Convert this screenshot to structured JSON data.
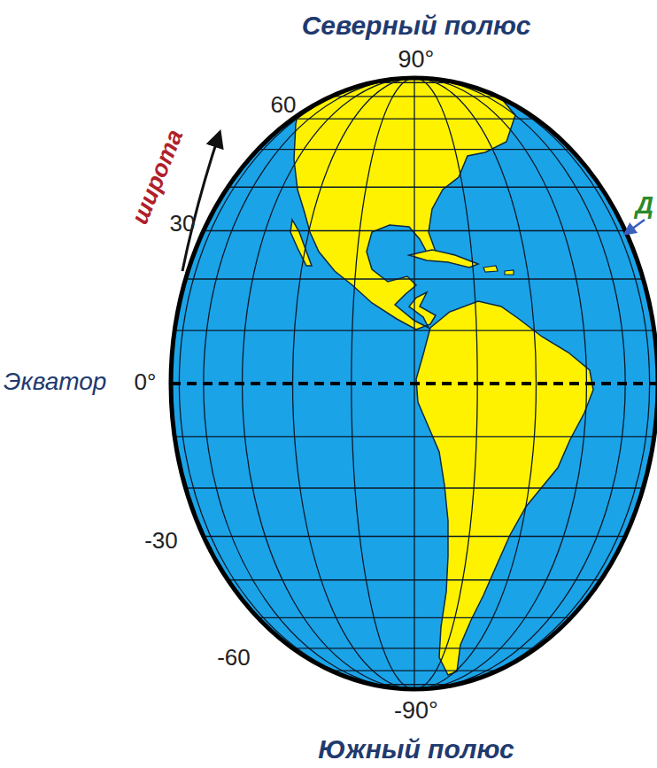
{
  "diagram": {
    "labels": [
      "Северный полюс",
      "90°",
      "60",
      "широта",
      "30",
      "Д",
      "Экватор",
      "0°",
      "-30",
      "-60",
      "-90°",
      "Южный полюс"
    ]
  }
}
